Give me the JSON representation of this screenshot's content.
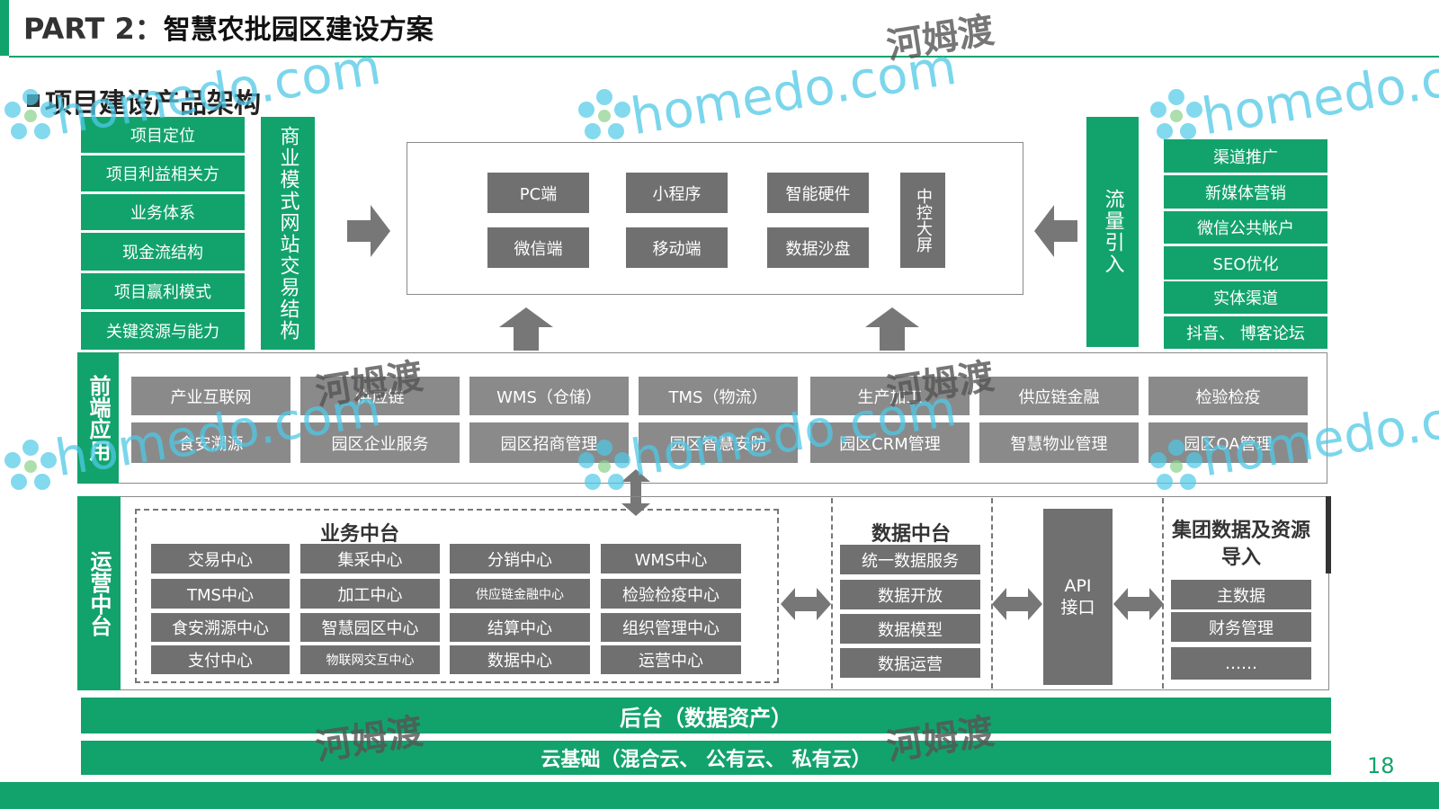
{
  "header": {
    "part_label": "PART 2：",
    "title": "智慧农批园区建设方案",
    "section_title": "项目建设产品架构"
  },
  "left_column": {
    "items": [
      "项目定位",
      "项目利益相关方",
      "业务体系",
      "现金流结构",
      "项目赢利模式",
      "关键资源与能力"
    ],
    "vertical_label": "商业模式网站交易结构"
  },
  "terminals": {
    "items": [
      "PC端",
      "小程序",
      "智能硬件",
      "微信端",
      "移动端",
      "数据沙盘"
    ],
    "control_screen": "中控大屏"
  },
  "right_column": {
    "vertical_label": "流量引入",
    "items": [
      "渠道推广",
      "新媒体营销",
      "微信公共帐户",
      "SEO优化",
      "实体渠道",
      "抖音、 博客论坛"
    ]
  },
  "frontend": {
    "label": "前端应用",
    "row1": [
      "产业互联网",
      "供应链",
      "WMS（仓储）",
      "TMS（物流）",
      "生产加工",
      "供应链金融",
      "检验检疫"
    ],
    "row2": [
      "食安溯源",
      "园区企业服务",
      "园区招商管理",
      "园区智慧安防",
      "园区CRM管理",
      "智慧物业管理",
      "园区OA管理"
    ]
  },
  "operations": {
    "label": "运营中台",
    "business_title": "业务中台",
    "business_grid": [
      [
        "交易中心",
        "集采中心",
        "分销中心",
        "WMS中心"
      ],
      [
        "TMS中心",
        "加工中心",
        "供应链金融中心",
        "检验检疫中心"
      ],
      [
        "食安溯源中心",
        "智慧园区中心",
        "结算中心",
        "组织管理中心"
      ],
      [
        "支付中心",
        "物联网交互中心",
        "数据中心",
        "运营中心"
      ]
    ],
    "data_title": "数据中台",
    "data_items": [
      "统一数据服务",
      "数据开放",
      "数据模型",
      "数据运营"
    ],
    "api_label": "API接口",
    "group_title": "集团数据及资源导入",
    "group_items": [
      "主数据",
      "财务管理",
      "……"
    ]
  },
  "backend": {
    "label": "后台（数据资产）"
  },
  "cloud": {
    "label": "云基础（混合云、 公有云、 私有云）"
  },
  "page_number": "18",
  "watermark": {
    "text_en": "homedo.com",
    "text_cn": "河姆渡"
  },
  "colors": {
    "green": "#12a36c",
    "grey": "#8a8a8a",
    "dark_grey": "#707070",
    "watermark_blue": "#4fc9e6"
  }
}
